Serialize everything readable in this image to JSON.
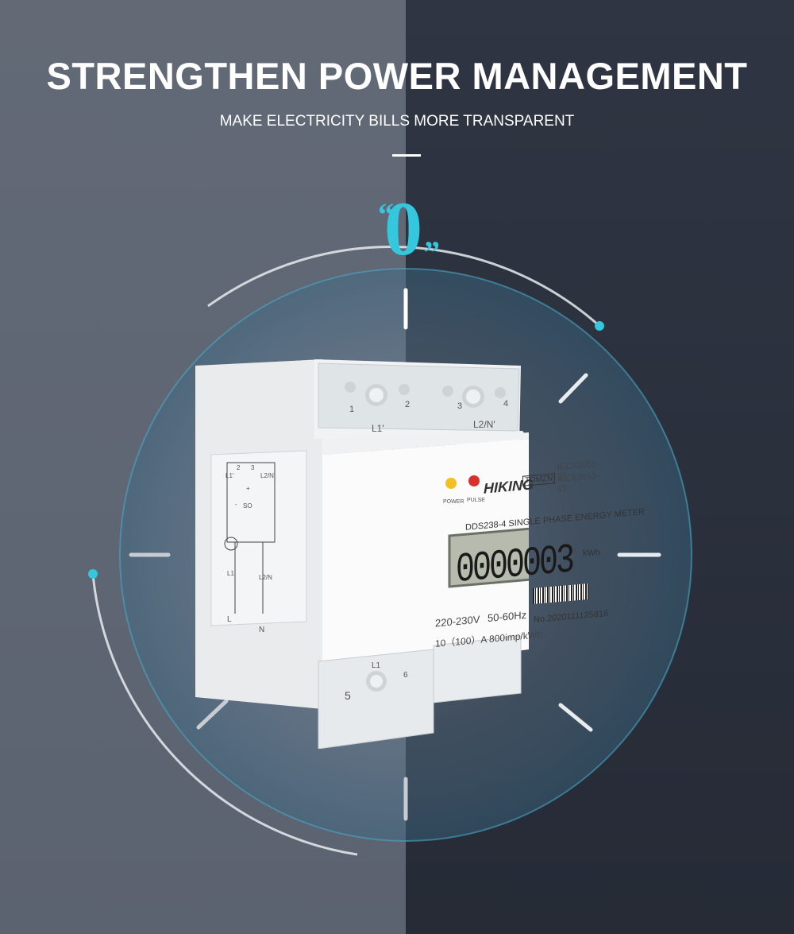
{
  "header": {
    "title": "STRENGTHEN POWER MANAGEMENT",
    "subtitle": "MAKE ELECTRICITY BILLS MORE TRANSPARENT"
  },
  "badge": {
    "open_quote": "“",
    "value": "0",
    "close_quote": "”"
  },
  "meter": {
    "brand": "HIKING",
    "brand_badge": "TOMZN",
    "standard_1": "IEC62053-21",
    "standard_2": "IEC62052-11",
    "model": "DDS238-4  SINGLE PHASE ENERGY METER",
    "display_reading": "0000003",
    "unit": "kWh",
    "indicator_power": "POWER",
    "indicator_pulse": "PULSE",
    "voltage": "220-230V",
    "frequency": "50-60Hz",
    "current": "10（100）A 800imp/kWh",
    "serial": "No.2020111125816",
    "terminal_1": "1",
    "terminal_2": "2",
    "terminal_3": "3",
    "terminal_4": "4",
    "terminal_5": "5",
    "terminal_6": "6",
    "top_left_label": "L1'",
    "top_right_label": "L2/N'",
    "side_l1p": "L1'",
    "side_l2np": "L2/N'",
    "side_so": "SO",
    "side_l1": "L1",
    "side_l2n": "L2/N",
    "side_l": "L",
    "side_n": "N",
    "side_2": "2",
    "side_3": "3",
    "side_plus": "+",
    "side_minus": "-",
    "bottom_l1": "L1"
  },
  "colors": {
    "accent": "#34c7de",
    "left_bg": "#626977",
    "right_bg": "#2c323e",
    "lcd": "#b8bcb0"
  }
}
